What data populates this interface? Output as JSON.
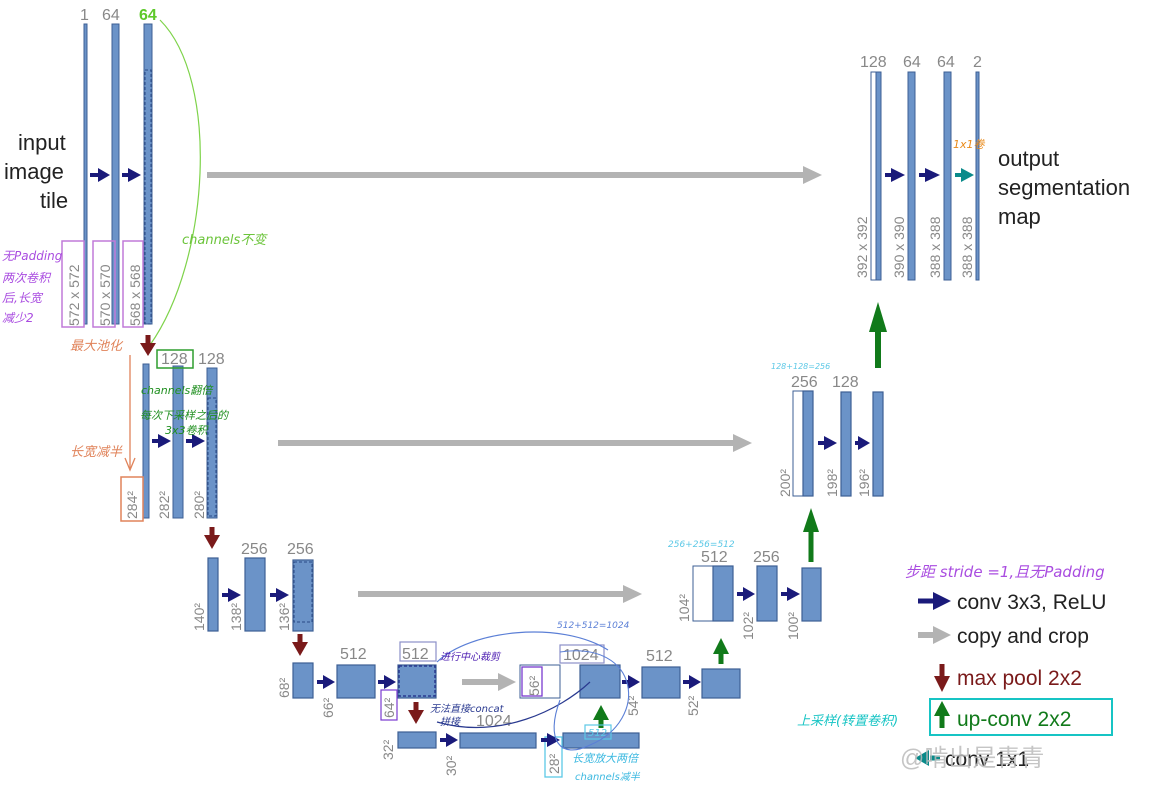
{
  "diagram": {
    "input_label": [
      "input",
      "image",
      "tile"
    ],
    "output_label": [
      "output",
      "segmentation",
      "map"
    ],
    "channels": {
      "l1": [
        "1",
        "64",
        "64"
      ],
      "l2": [
        "128",
        "128"
      ],
      "l3": [
        "256",
        "256"
      ],
      "l4": [
        "512",
        "512"
      ],
      "bottom": [
        "1024"
      ],
      "u4": [
        "1024",
        "512"
      ],
      "u3": [
        "512",
        "256"
      ],
      "u2": [
        "256",
        "128"
      ],
      "u1": [
        "128",
        "64",
        "64",
        "2"
      ]
    },
    "sizes": {
      "l1": [
        "572 x 572",
        "570 x 570",
        "568 x 568"
      ],
      "l2": [
        "284²",
        "282²",
        "280²"
      ],
      "l3": [
        "140²",
        "138²",
        "136²"
      ],
      "l4": [
        "68²",
        "66²",
        "64²"
      ],
      "bottom": [
        "32²",
        "30²",
        "28²"
      ],
      "u4": [
        "56²",
        "54²",
        "52²"
      ],
      "u3": [
        "104²",
        "102²",
        "100²"
      ],
      "u2": [
        "200²",
        "198²",
        "196²"
      ],
      "u1": [
        "392 x 392",
        "390 x 390",
        "388 x 388",
        "388 x 388"
      ]
    },
    "legend": {
      "conv": "conv 3x3, ReLU",
      "copy": "copy and crop",
      "pool": "max pool 2x2",
      "upconv": "up-conv 2x2",
      "conv1x1": "conv 1x1"
    },
    "colors": {
      "conv_arrow": "#1a1a7a",
      "copy_arrow": "#b3b3b3",
      "pool_arrow": "#7a1a1a",
      "upconv_arrow": "#117a1a",
      "conv1x1_arrow": "#0a8a8a",
      "feature_map": "#6b93c8"
    },
    "annotations": {
      "no_padding": [
        "无Padding",
        "两次卷积",
        "后,长宽",
        "减少2"
      ],
      "channels_same": "channels不变",
      "maxpool": "最大池化",
      "hw_halved": "长宽减半",
      "channels_double": "channels翻倍",
      "each_downsample": [
        "每次下采样之后的",
        "3x3卷积"
      ],
      "stride": "步距 stride =1,且无Padding",
      "center_crop": "进行中心裁剪",
      "no_concat": [
        "无法直接concat",
        "拼接"
      ],
      "sum_512": "512+512=1024",
      "hw_double": "长宽放大两倍",
      "channels_half": "channels减半",
      "upsample": "上采样(转置卷积)",
      "sum_256": "256+256=512",
      "sum_128": "128+128=256",
      "one_by_one": "1x1卷",
      "small_512": "512",
      "watermark": "@啃出是青青"
    }
  }
}
